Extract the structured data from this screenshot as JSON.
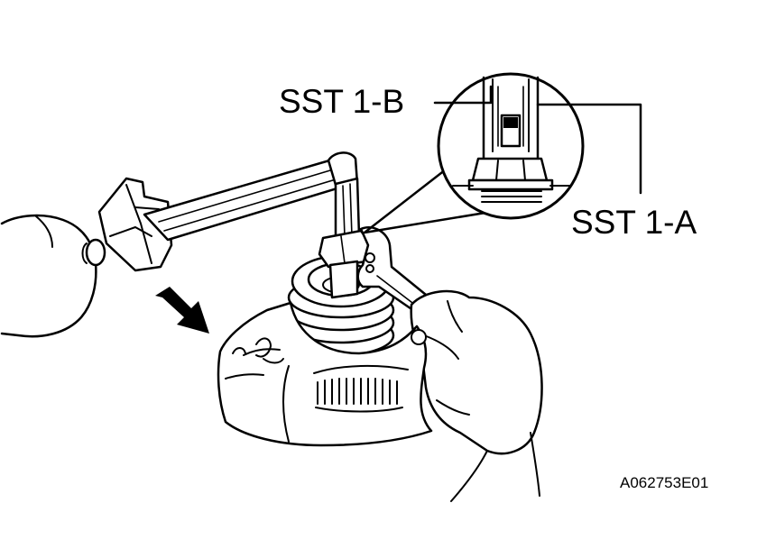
{
  "callouts": {
    "sst_1b": "SST 1-B",
    "sst_1a": "SST 1-A"
  },
  "figure_code": "A062753E01",
  "colors": {
    "line": "#000000",
    "background": "#ffffff"
  }
}
